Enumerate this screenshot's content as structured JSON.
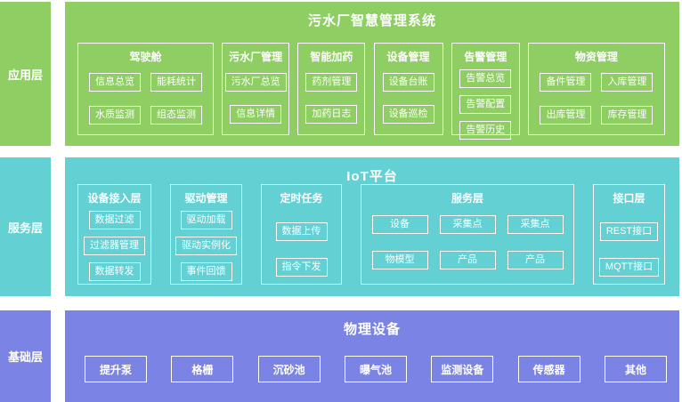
{
  "layers": {
    "application": {
      "sidebar_label": "应用层",
      "panel_title": "污水厂智慧管理系统",
      "color": "#8FCE63",
      "groups": [
        {
          "title": "驾驶舱",
          "layout": "grid-2",
          "items": [
            "信息总览",
            "能耗统计",
            "水质监测",
            "组态监测"
          ]
        },
        {
          "title": "污水厂管理",
          "layout": "stack-md",
          "items": [
            "污水厂总览",
            "信息详情"
          ]
        },
        {
          "title": "智能加药",
          "layout": "stack-md",
          "items": [
            "药剂管理",
            "加药日志"
          ]
        },
        {
          "title": "设备管理",
          "layout": "stack-md",
          "items": [
            "设备台账",
            "设备巡检"
          ]
        },
        {
          "title": "告警管理",
          "layout": "stack-sm",
          "items": [
            "告警总览",
            "告警配置",
            "告警历史"
          ]
        },
        {
          "title": "物资管理",
          "layout": "grid-2",
          "items": [
            "备件管理",
            "入库管理",
            "出库管理",
            "库存管理"
          ]
        }
      ]
    },
    "service": {
      "sidebar_label": "服务层",
      "panel_title": "IoT平台",
      "color": "#63D0D4",
      "groups": [
        {
          "title": "设备接入层",
          "layout": "stack-sm",
          "items": [
            "数据过滤",
            "过滤器管理",
            "数据转发"
          ]
        },
        {
          "title": "驱动管理",
          "layout": "stack-sm",
          "items": [
            "驱动加载",
            "驱动实例化",
            "事件回馈"
          ]
        },
        {
          "title": "定时任务",
          "layout": "stack-lg",
          "items": [
            "数据上传",
            "指令下发"
          ]
        },
        {
          "title": "服务层",
          "layout": "grid-3",
          "items": [
            "设备",
            "采集点",
            "采集点",
            "物模型",
            "产品",
            "产品"
          ]
        },
        {
          "title": "接口层",
          "layout": "stack-lg",
          "items": [
            "REST接口",
            "MQTT接口"
          ]
        }
      ]
    },
    "base": {
      "sidebar_label": "基础层",
      "panel_title": "物理设备",
      "color": "#7B84E4",
      "items": [
        "提升泵",
        "格栅",
        "沉砂池",
        "曝气池",
        "监测设备",
        "传感器",
        "其他"
      ]
    }
  }
}
